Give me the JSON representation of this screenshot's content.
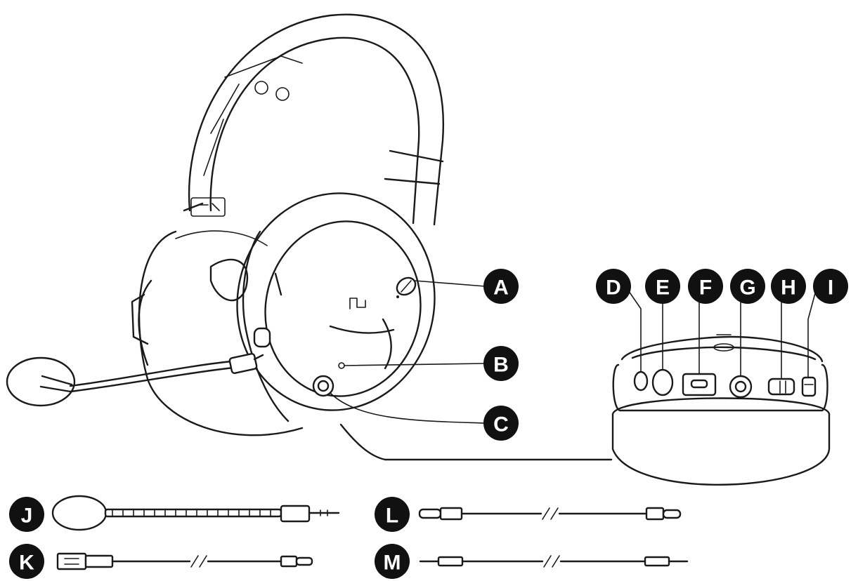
{
  "labels": {
    "A": "A",
    "B": "B",
    "C": "C",
    "D": "D",
    "E": "E",
    "F": "F",
    "G": "G",
    "H": "H",
    "I": "I",
    "J": "J",
    "K": "K",
    "L": "L",
    "M": "M"
  },
  "colors": {
    "ink": "#1a1a1a",
    "badge": "#111111",
    "paper": "#ffffff"
  }
}
